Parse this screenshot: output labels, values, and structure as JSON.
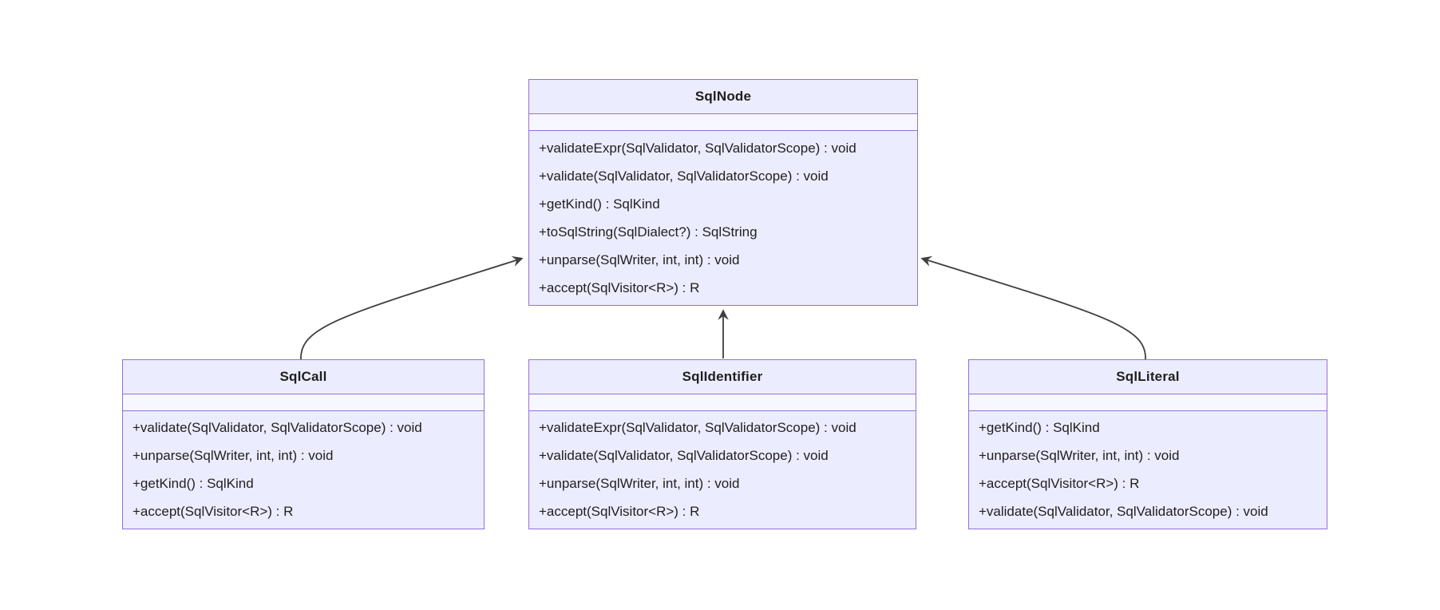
{
  "diagram": {
    "type": "uml-class-diagram",
    "background_color": "#ffffff",
    "colors": {
      "node_fill": "#ECECFF",
      "node_border": "#9370DB",
      "attributes_strip_fill": "#F7F7FF",
      "text": "#1f1f1f",
      "arrow_line": "#3f3f3f"
    },
    "classes": [
      {
        "name": "SqlNode",
        "attributes": [],
        "methods": [
          "+validateExpr(SqlValidator, SqlValidatorScope) : void",
          "+validate(SqlValidator, SqlValidatorScope) : void",
          "+getKind() : SqlKind",
          "+toSqlString(SqlDialect?) : SqlString",
          "+unparse(SqlWriter, int, int) : void",
          "+accept(SqlVisitor<R>) : R"
        ]
      },
      {
        "name": "SqlCall",
        "attributes": [],
        "methods": [
          "+validate(SqlValidator, SqlValidatorScope) : void",
          "+unparse(SqlWriter, int, int) : void",
          "+getKind() : SqlKind",
          "+accept(SqlVisitor<R>) : R"
        ]
      },
      {
        "name": "SqlIdentifier",
        "attributes": [],
        "methods": [
          "+validateExpr(SqlValidator, SqlValidatorScope) : void",
          "+validate(SqlValidator, SqlValidatorScope) : void",
          "+unparse(SqlWriter, int, int) : void",
          "+accept(SqlVisitor<R>) : R"
        ]
      },
      {
        "name": "SqlLiteral",
        "attributes": [],
        "methods": [
          "+getKind() : SqlKind",
          "+unparse(SqlWriter, int, int) : void",
          "+accept(SqlVisitor<R>) : R",
          "+validate(SqlValidator, SqlValidatorScope) : void"
        ]
      }
    ],
    "relationships": [
      {
        "from": "SqlCall",
        "to": "SqlNode",
        "type": "arrow"
      },
      {
        "from": "SqlIdentifier",
        "to": "SqlNode",
        "type": "arrow"
      },
      {
        "from": "SqlLiteral",
        "to": "SqlNode",
        "type": "arrow"
      }
    ]
  }
}
